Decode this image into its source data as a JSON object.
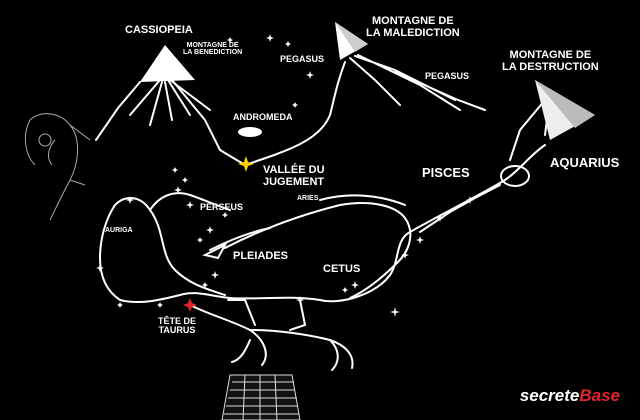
{
  "labels": {
    "cassiopeia": "CASSIOPEIA",
    "montagne_benediction": "MONTAGNE DE\nLA BENEDICTION",
    "montagne_malediction": "MONTAGNE DE\nLA MALEDICTION",
    "montagne_destruction": "MONTAGNE DE\nLA DESTRUCTION",
    "pegasus_1": "PEGASUS",
    "pegasus_2": "PEGASUS",
    "andromeda": "ANDROMEDA",
    "vallee": "VALLÉE DU\nJUGEMENT",
    "aquarius": "AQUARIUS",
    "pisces": "PISCES",
    "perseus": "PERSEUS",
    "aries": "ARIES",
    "auriga": "AURIGA",
    "pleiades": "PLEIADES",
    "cetus": "CETUS",
    "tete_taurus": "TÊTE DE\nTAURUS"
  },
  "watermark": {
    "part1": "secrete",
    "part2": "Base"
  },
  "colors": {
    "background": "#000000",
    "lines": "#ffffff",
    "vallee_star": "#ffd200",
    "taurus_star": "#e0262b",
    "watermark_accent": "#e0262b"
  }
}
